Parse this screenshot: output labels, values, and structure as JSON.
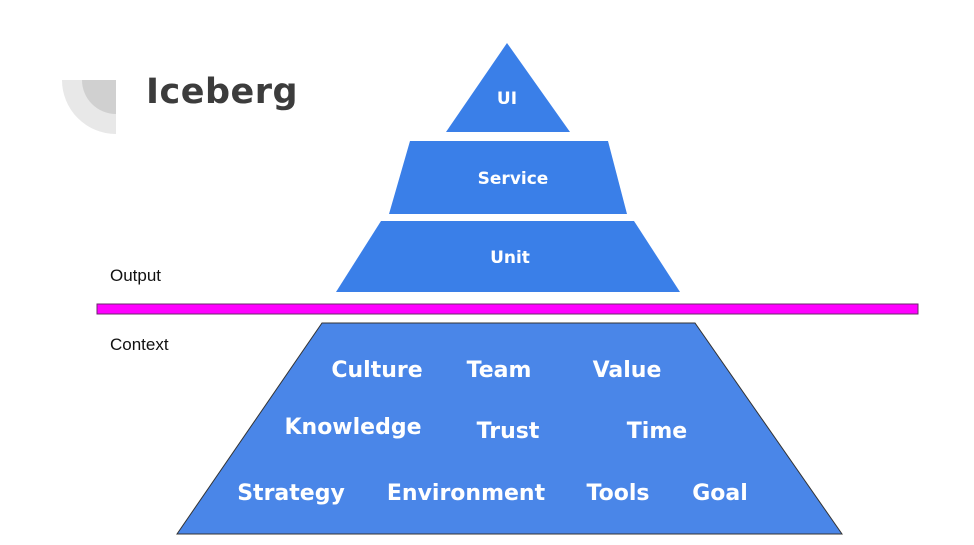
{
  "slide": {
    "title": "Iceberg",
    "output_label": "Output",
    "context_label": "Context"
  },
  "pyramid": {
    "levels": [
      "UI",
      "Service",
      "Unit"
    ]
  },
  "context_items": [
    "Culture",
    "Team",
    "Value",
    "Knowledge",
    "Trust",
    "Time",
    "Strategy",
    "Environment",
    "Tools",
    "Goal"
  ],
  "colors": {
    "pyramid": "#3a7fe8",
    "context": "#4a86e8",
    "divider": "#ff00ff"
  }
}
